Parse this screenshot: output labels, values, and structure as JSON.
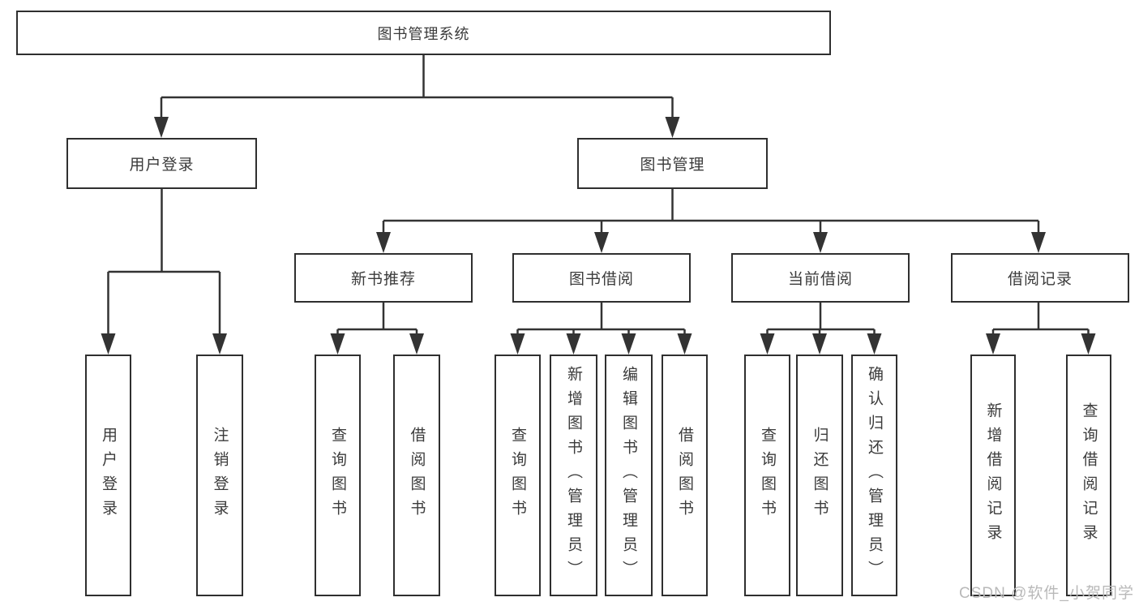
{
  "title": {
    "label": "图书管理系统"
  },
  "level1": {
    "user_login": {
      "label": "用户登录"
    },
    "book_mgmt": {
      "label": "图书管理"
    }
  },
  "level2": {
    "new_books": {
      "label": "新书推荐"
    },
    "borrowing": {
      "label": "图书借阅"
    },
    "current": {
      "label": "当前借阅"
    },
    "records": {
      "label": "借阅记录"
    }
  },
  "leaves": {
    "user_login": {
      "label": "用户登录"
    },
    "logout": {
      "label": "注销登录"
    },
    "nb_query": {
      "label": "查询图书"
    },
    "nb_borrow": {
      "label": "借阅图书"
    },
    "bw_query": {
      "label": "查询图书"
    },
    "bw_add": {
      "label": "新增图书（管理员）"
    },
    "bw_edit": {
      "label": "编辑图书（管理员）"
    },
    "bw_borrow": {
      "label": "借阅图书"
    },
    "cur_query": {
      "label": "查询图书"
    },
    "cur_return": {
      "label": "归还图书"
    },
    "cur_confirm": {
      "label": "确认归还（管理员）"
    },
    "rec_add": {
      "label": "新增借阅记录"
    },
    "rec_query": {
      "label": "查询借阅记录"
    }
  },
  "watermark": {
    "text": "CSDN @软件_小贺同学"
  },
  "colors": {
    "line": "#333333",
    "border": "#2f2f2f",
    "text": "#3b3b3b",
    "watermark": "#b9b9b9",
    "background": "#ffffff"
  }
}
